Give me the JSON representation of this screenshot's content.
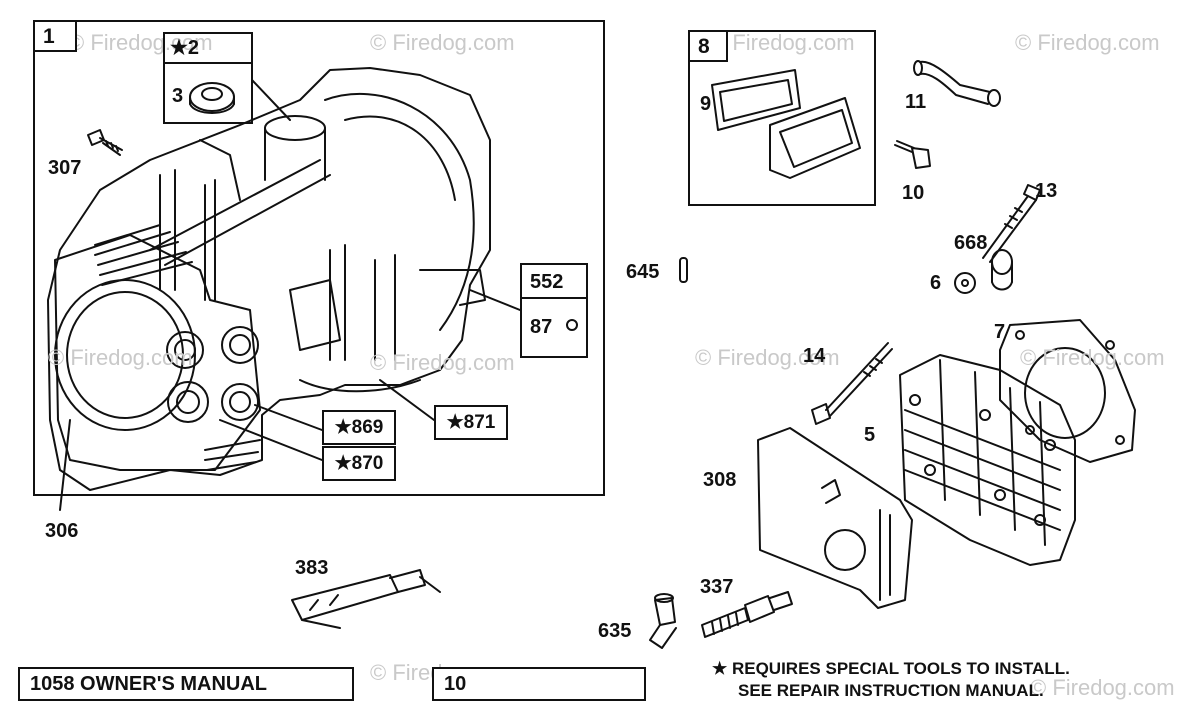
{
  "watermark": "© Firedog.com",
  "frames": {
    "engine_block_group": "1",
    "rocker_cover_group": "8"
  },
  "parts": {
    "p2": "★2",
    "p3": "3",
    "p307": "307",
    "p306": "306",
    "p552": "552",
    "p87": "87",
    "p869": "★869",
    "p870": "★870",
    "p871": "★871",
    "p9": "9",
    "p11": "11",
    "p10": "10",
    "p13": "13",
    "p668": "668",
    "p645": "645",
    "p6": "6",
    "p7": "7",
    "p14": "14",
    "p5": "5",
    "p308": "308",
    "p383": "383",
    "p337": "337",
    "p635": "635"
  },
  "manuals": {
    "owners_manual": "1058 OWNER'S MANUAL",
    "second_manual": "10"
  },
  "note": {
    "line1": "★ REQUIRES SPECIAL TOOLS TO INSTALL.",
    "line2": "SEE REPAIR INSTRUCTION MANUAL."
  }
}
